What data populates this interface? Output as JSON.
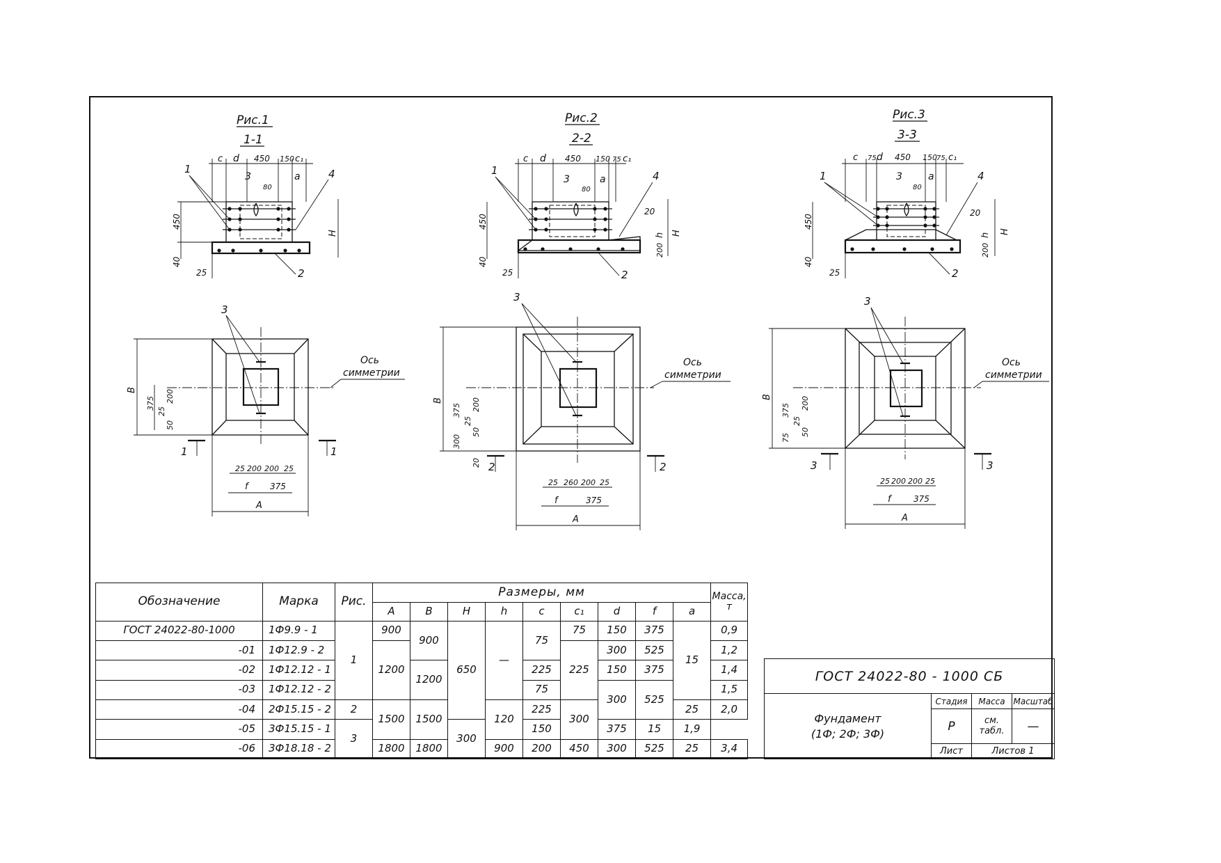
{
  "figures": [
    {
      "caption": "Рис.1",
      "section": "1-1",
      "cut": "1"
    },
    {
      "caption": "Рис.2",
      "section": "2-2",
      "cut": "2"
    },
    {
      "caption": "Рис.3",
      "section": "3-3",
      "cut": "3"
    }
  ],
  "section_labels": {
    "c": "c",
    "d": "d",
    "w450": "450",
    "w150": "150",
    "c1": "c₁",
    "w75": "75",
    "a": "a",
    "w80": "80",
    "h450": "450",
    "h40": "40",
    "w25": "25",
    "H": "H",
    "h": "h",
    "h200": "200",
    "w20": "20",
    "callout1": "1",
    "callout2": "2",
    "callout3": "3",
    "callout4": "4"
  },
  "plan_labels": {
    "axis_note_1": "Ось",
    "axis_note_2": "симметрии",
    "B": "B",
    "A": "A",
    "f": "f",
    "d375": "375",
    "d25": "25",
    "d200": "200",
    "d50": "50",
    "d300": "300",
    "d20": "20",
    "d75": "75",
    "d260": "260",
    "callout3": "3"
  },
  "spec_table": {
    "headers": {
      "designation": "Обозначение",
      "mark": "Марка",
      "fig": "Рис.",
      "dims": "Размеры, мм",
      "mass": "Масса, т"
    },
    "dim_cols": [
      "A",
      "B",
      "H",
      "h",
      "c",
      "c₁",
      "d",
      "f",
      "a"
    ],
    "rows": [
      {
        "des": "ГОСТ 24022-80-1000",
        "mark": "1Ф9.9 - 1",
        "A": "900",
        "B": "900",
        "c": "75",
        "c1": "75",
        "d": "150",
        "f": "375",
        "mass": "0,9"
      },
      {
        "des": "-01",
        "mark": "1Ф12.9 - 2",
        "d": "300",
        "f": "525",
        "mass": "1,2"
      },
      {
        "des": "-02",
        "mark": "1Ф12.12 - 1",
        "A": "1200",
        "B": "1200",
        "H": "650",
        "h": "—",
        "c": "225",
        "c1": "225",
        "d": "150",
        "f": "375",
        "a": "15",
        "mass": "1,4"
      },
      {
        "des": "-03",
        "mark": "1Ф12.12 - 2",
        "c": "75",
        "d": "300",
        "f": "525",
        "mass": "1,5"
      },
      {
        "des": "-04",
        "mark": "2Ф15.15 - 2",
        "fig": "2",
        "A": "1500",
        "B": "1500",
        "h": "120",
        "c": "225",
        "c1": "300",
        "a": "25",
        "mass": "2,0"
      },
      {
        "des": "-05",
        "mark": "3Ф15.15 - 1",
        "fig": "3",
        "c": "300",
        "d": "150",
        "f": "375",
        "a": "15",
        "mass": "1,9"
      },
      {
        "des": "-06",
        "mark": "3Ф18.18 - 2",
        "A": "1800",
        "B": "1800",
        "H": "900",
        "h": "200",
        "c1": "450",
        "d": "300",
        "f": "525",
        "a": "25",
        "mass": "3,4"
      }
    ],
    "fig_merged_1": "1"
  },
  "title_block": {
    "doc": "ГОСТ 24022-80 - 1000 СБ",
    "name_1": "Фундамент",
    "name_2": "(1Ф; 2Ф; 3Ф)",
    "stage_h": "Стадия",
    "mass_h": "Масса",
    "scale_h": "Масштаб",
    "stage": "Р",
    "mass_1": "см.",
    "mass_2": "табл.",
    "scale": "—",
    "sheet": "Лист",
    "sheets": "Листов",
    "sheets_n": "1"
  }
}
